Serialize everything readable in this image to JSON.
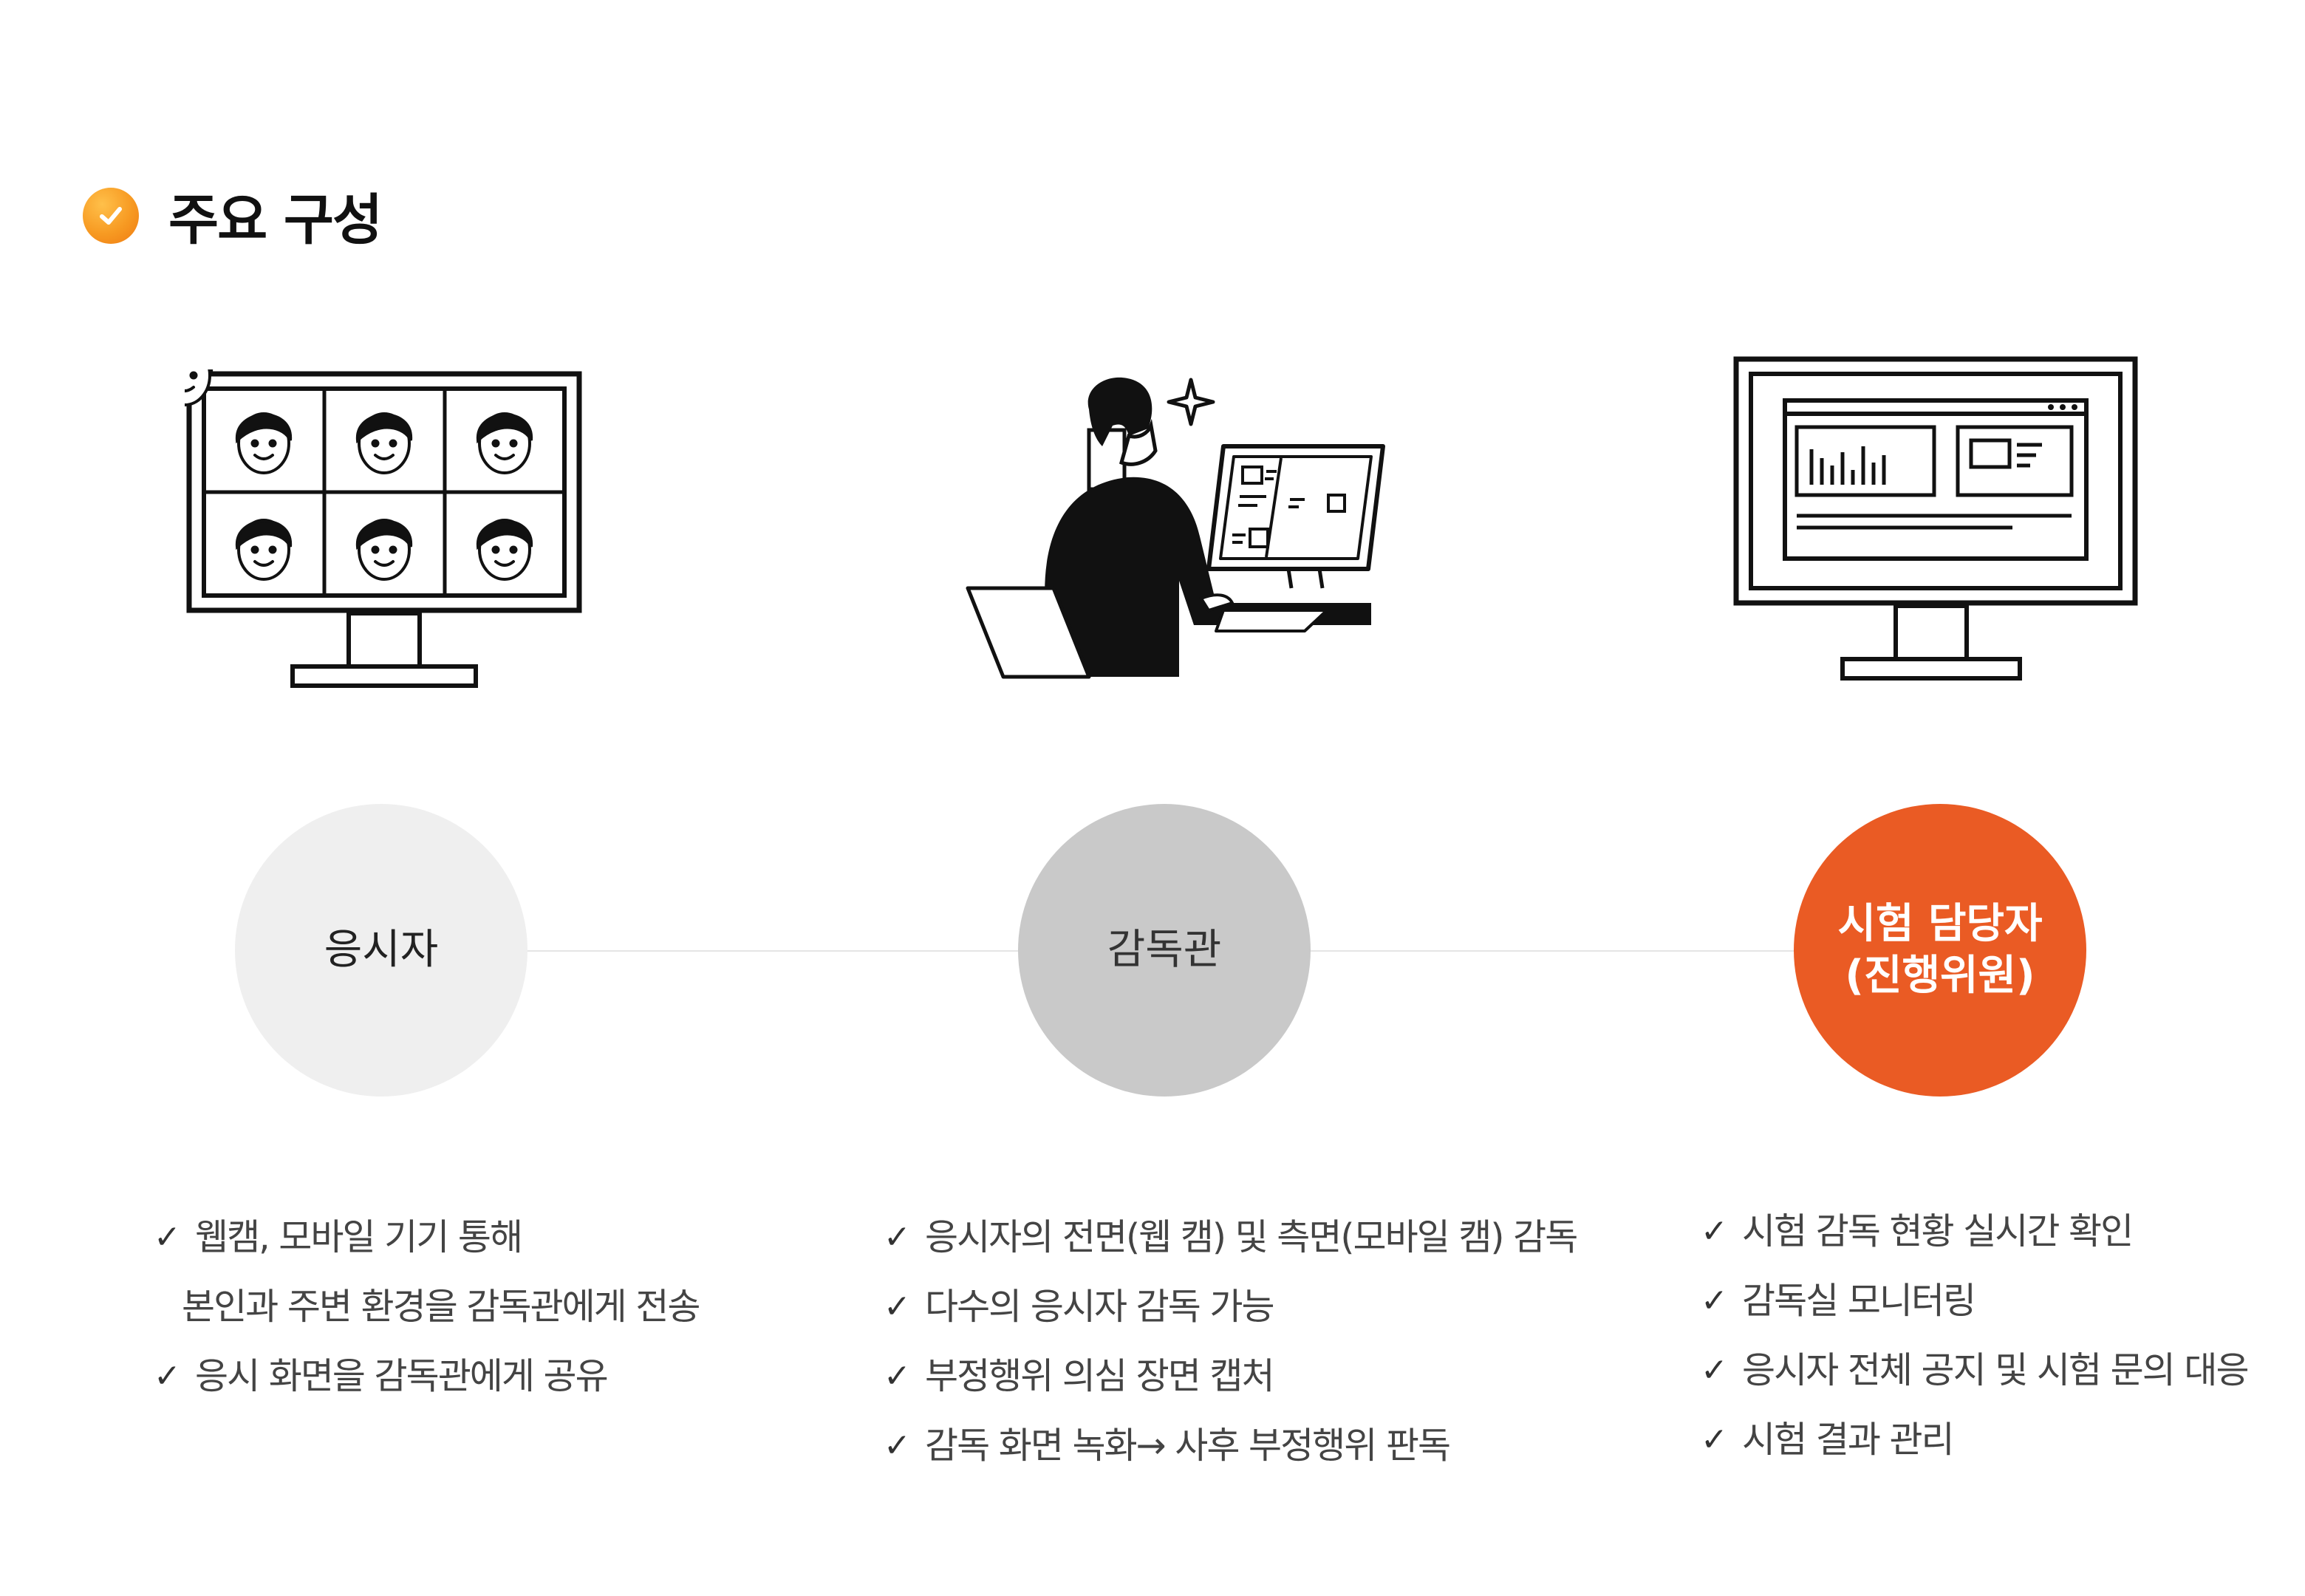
{
  "heading": {
    "title": "주요 구성"
  },
  "nodes": [
    {
      "line1": "응시자",
      "line2": ""
    },
    {
      "line1": "감독관",
      "line2": ""
    },
    {
      "line1": "시험 담당자",
      "line2": "(진행위원)"
    }
  ],
  "columns": [
    {
      "items": [
        {
          "check": "✓",
          "text": "웹캠, 모바일 기기 통해",
          "cont": "본인과 주변 환경을 감독관에게 전송"
        },
        {
          "check": "✓",
          "text": "응시 화면을 감독관에게 공유"
        }
      ]
    },
    {
      "items": [
        {
          "check": "✓",
          "text": "응시자의 전면(웹 캠) 및 측면(모바일 캠) 감독"
        },
        {
          "check": "✓",
          "text": "다수의 응시자 감독 가능"
        },
        {
          "check": "✓",
          "text": "부정행위 의심 장면 캡처"
        },
        {
          "check": "✓",
          "text": "감독 화면 녹화→ 사후 부정행위 판독"
        }
      ]
    },
    {
      "items": [
        {
          "check": "✓",
          "text": "시험 감독 현황 실시간 확인"
        },
        {
          "check": "✓",
          "text": "감독실 모니터링"
        },
        {
          "check": "✓",
          "text": "응시자 전체 공지 및 시험 문의 대응"
        },
        {
          "check": "✓",
          "text": "시험 결과 관리"
        }
      ]
    }
  ],
  "colors": {
    "accent": "#ea5b24",
    "badge": "#f79a22",
    "node1": "#efefef",
    "node2": "#c9c9c9"
  },
  "icons": [
    "check-badge-icon",
    "webcam-grid-monitor-icon",
    "supervisor-at-desk-icon",
    "dashboard-monitor-icon"
  ]
}
